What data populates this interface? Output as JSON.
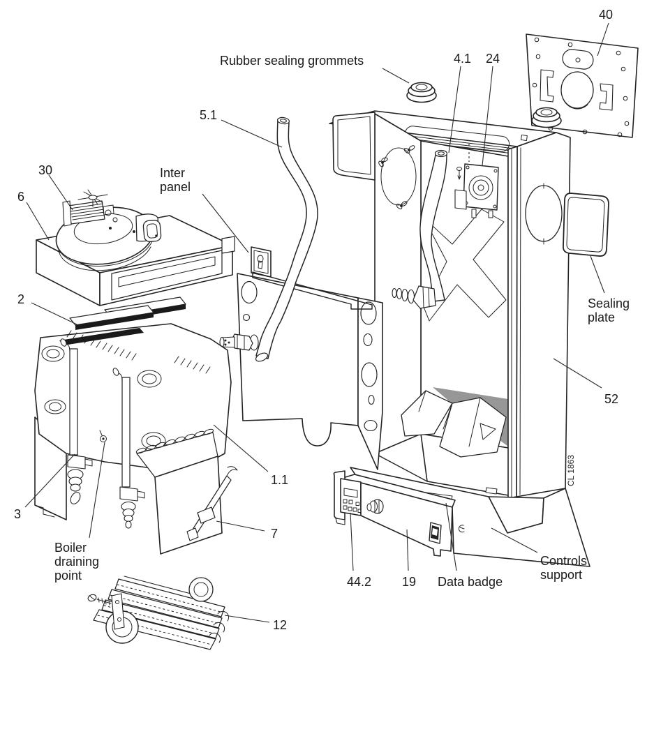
{
  "diagram": {
    "figure_type": "Exploded parts diagram of a boiler assembly",
    "drawing_code": "CL 1863",
    "colors": {
      "line": "#232323",
      "paper": "#ffffff",
      "cabinet_side_gray": "#c6c6c6",
      "interior_gray": "#a9a9a9",
      "shadow_gray": "#8a8a8a",
      "panel_gray": "#c9c9c9",
      "badge_gray": "#cfcfcf"
    },
    "callouts": {
      "part_40": "40",
      "rubber_sealing_grommets": "Rubber sealing grommets",
      "part_5_1": "5.1",
      "part_4_1": "4.1",
      "part_24": "24",
      "inter_panel_line1": "Inter",
      "inter_panel_line2": "panel",
      "part_30": "30",
      "part_6": "6",
      "part_2": "2",
      "part_3": "3",
      "boiler_draining_line1": "Boiler",
      "boiler_draining_line2": "draining",
      "boiler_draining_line3": "point",
      "part_1_1": "1.1",
      "part_7": "7",
      "part_12": "12",
      "part_44_2": "44.2",
      "part_19": "19",
      "data_badge": "Data badge",
      "controls_support_line1": "Controls",
      "controls_support_line2": "support",
      "sealing_plate_line1": "Sealing",
      "sealing_plate_line2": "plate",
      "part_52": "52",
      "drawing_code": "CL 1863"
    }
  }
}
